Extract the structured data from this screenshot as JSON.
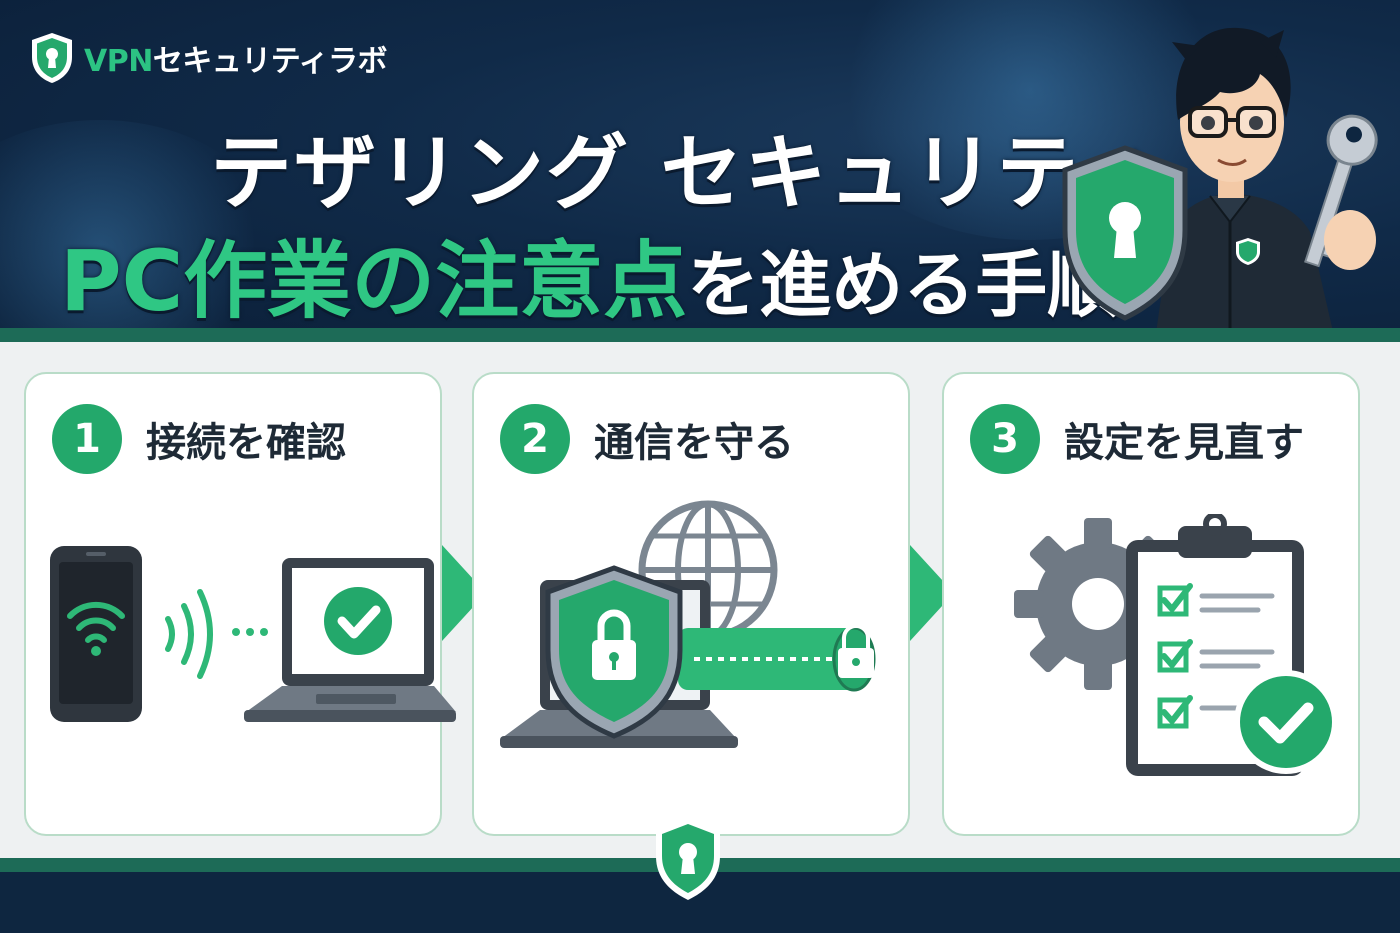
{
  "brand": {
    "vpn": "VPN",
    "rest": "セキュリティラボ",
    "icon": "shield-keyhole-icon"
  },
  "headline": {
    "line1": "テザリング セキュリティ",
    "line2_green": "PC作業の注意点",
    "line2_white": "を進める手順"
  },
  "steps": [
    {
      "number": "1",
      "title": "接続を確認",
      "icon": "phone-wifi-laptop-check-icon"
    },
    {
      "number": "2",
      "title": "通信を守る",
      "icon": "globe-shield-lock-tunnel-icon"
    },
    {
      "number": "3",
      "title": "設定を見直す",
      "icon": "gear-clipboard-checklist-icon"
    }
  ],
  "colors": {
    "accent_green": "#23a86b",
    "navy": "#0e2640",
    "border_green": "#b9dcc8"
  }
}
